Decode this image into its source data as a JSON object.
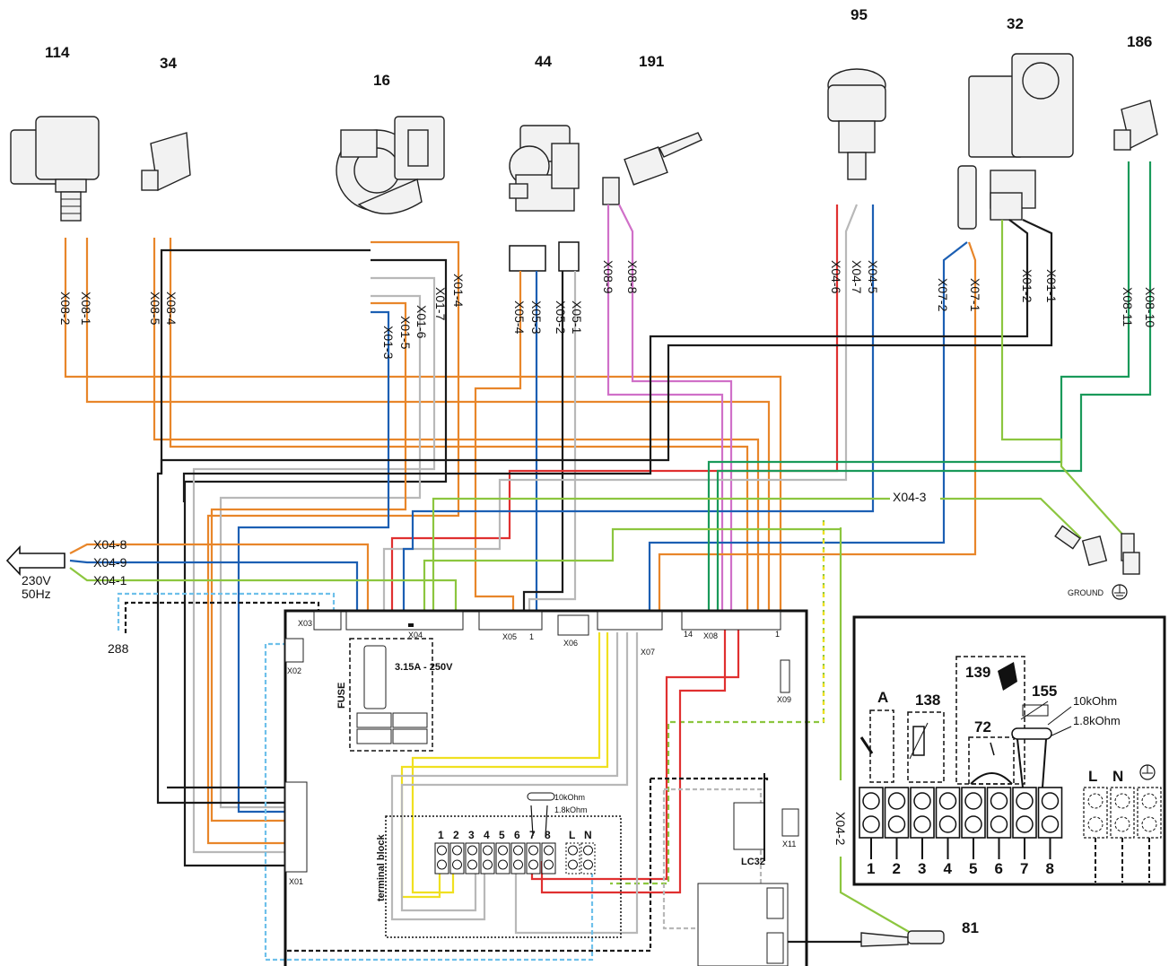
{
  "components": {
    "c114": "114",
    "c34": "34",
    "c16": "16",
    "c44": "44",
    "c191": "191",
    "c95": "95",
    "c32": "32",
    "c186": "186",
    "c81": "81",
    "c288": "288"
  },
  "wire_labels": {
    "x08_1": "X08-1",
    "x08_2": "X08-2",
    "x08_4": "X08-4",
    "x08_5": "X08-5",
    "x01_4": "X01-4",
    "x01_7": "X01-7",
    "x01_6": "X01-6",
    "x01_5": "X01-5",
    "x01_3": "X01-3",
    "x05_4": "X05-4",
    "x05_3": "X05-3",
    "x05_2": "X05-2",
    "x05_1": "X05-1",
    "x08_9": "X08-9",
    "x08_8": "X08-8",
    "x04_6": "X04-6",
    "x04_7": "X04-7",
    "x04_5": "X04-5",
    "x07_2": "X07-2",
    "x07_1": "X07-1",
    "x01_2": "X01-2",
    "x01_1": "X01-1",
    "x08_11": "X08-11",
    "x08_10": "X08-10",
    "x04_3": "X04-3",
    "x04_8": "X04-8",
    "x04_9": "X04-9",
    "x04_1": "X04-1",
    "x04_2": "X04-2"
  },
  "power": {
    "voltage": "230V",
    "frequency": "50Hz",
    "ground": "GROUND"
  },
  "board": {
    "x03": "X03",
    "x04": "X04",
    "x05": "X05",
    "x06": "X06",
    "x07": "X07",
    "x08": "X08",
    "x09": "X09",
    "x02": "X02",
    "x01": "X01",
    "x11": "X11",
    "fuse": "FUSE",
    "fuse_rating": "3.15A - 250V",
    "lc32": "LC32",
    "pin_1": "1",
    "pin_14": "14",
    "terminal_block": "terminal block",
    "tb_r1": "10kOhm",
    "tb_r2": "1.8kOhm",
    "tb_labels": [
      "1",
      "2",
      "3",
      "4",
      "5",
      "6",
      "7",
      "8",
      "L",
      "N"
    ]
  },
  "detail": {
    "a": "A",
    "c138": "138",
    "c139": "139",
    "c72": "72",
    "c155": "155",
    "r1": "10kOhm",
    "r2": "1.8kOhm",
    "terminals": [
      "1",
      "2",
      "3",
      "4",
      "5",
      "6",
      "7",
      "8"
    ],
    "l": "L",
    "n": "N"
  }
}
